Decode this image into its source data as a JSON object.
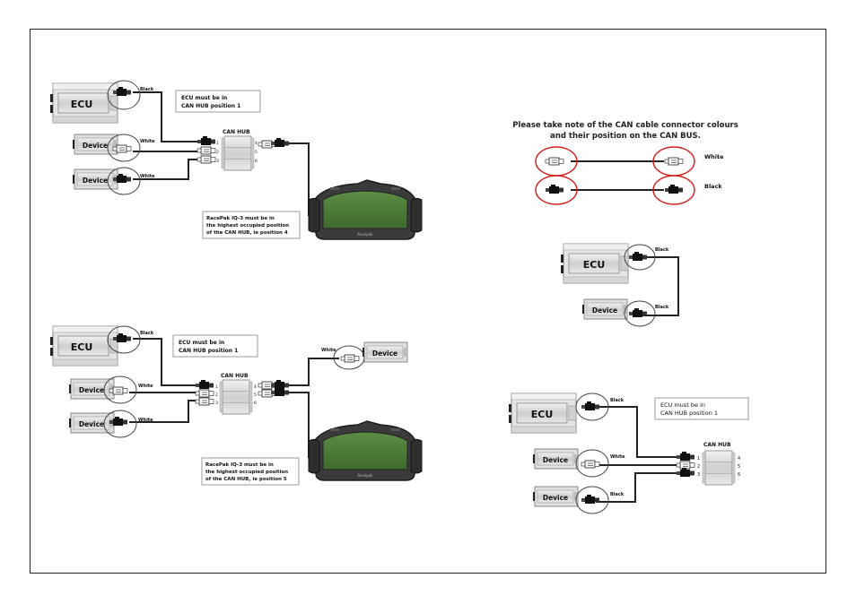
{
  "labels": {
    "ecu": "ECU",
    "device": "Device",
    "can_hub": "CAN HUB",
    "black": "Black",
    "white": "White",
    "racepak": "Racepak"
  },
  "notes": {
    "ecu_line1": "ECU  must be in",
    "ecu_line2": "CAN HUB position 1",
    "rp4_line1": "RacePak IQ-3 must be in",
    "rp4_line2": "the highest occupied position",
    "rp4_line3": "of the CAN HUB, ie position 4",
    "rp5_line1": "RacePak IQ-3 must be in",
    "rp5_line2": "the highest occupied position",
    "rp5_line3": "of the CAN HUB, ie position 5"
  },
  "header": {
    "line1": "Please take note of the CAN cable connector colours",
    "line2": "and their position on the CAN BUS."
  },
  "hub_ports": [
    "1",
    "2",
    "3",
    "4",
    "5",
    "6"
  ],
  "colors": {
    "highlight": "#d42020",
    "screen": "#4a7a3a",
    "bezel": "#3a3a3a"
  }
}
